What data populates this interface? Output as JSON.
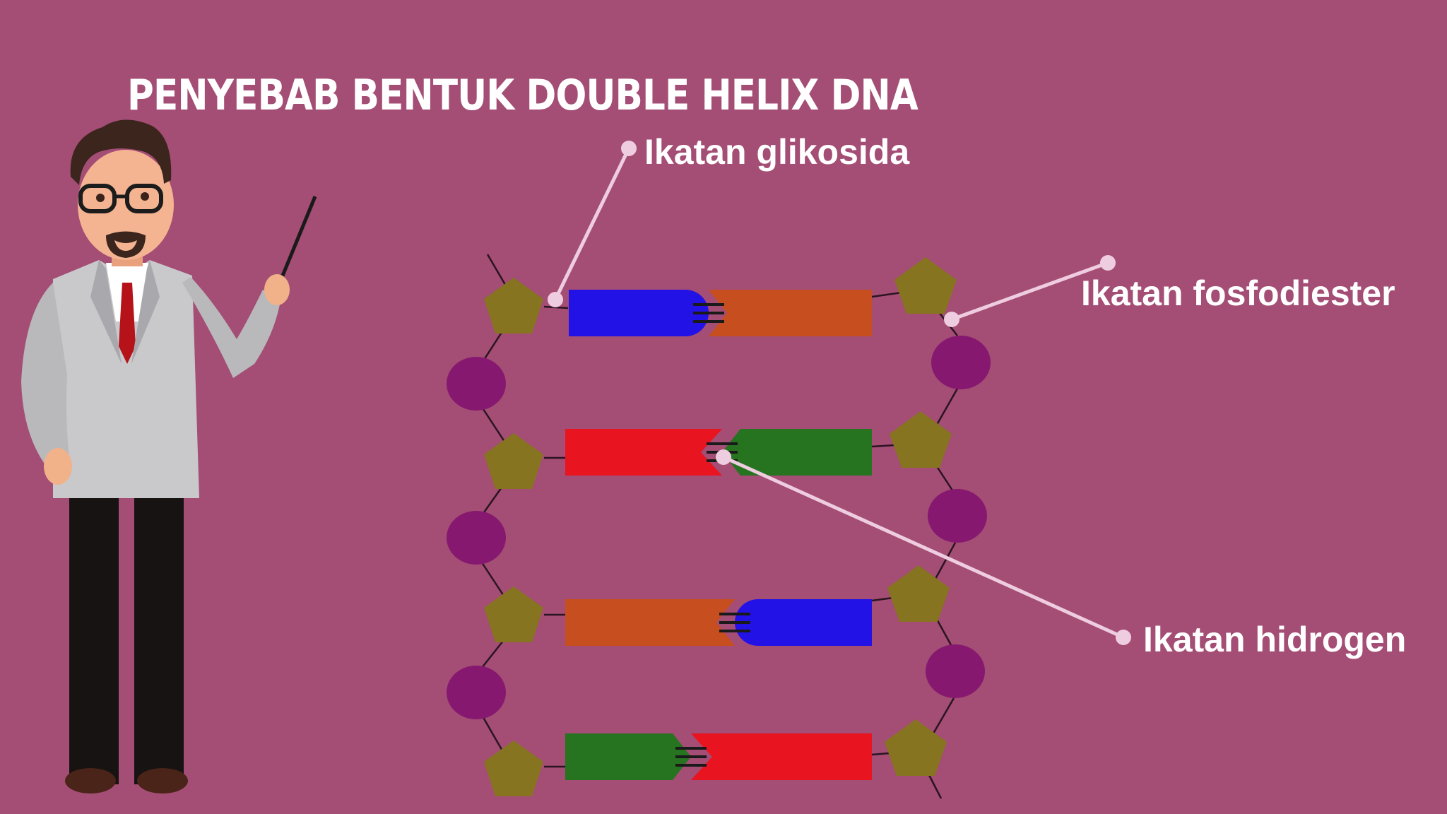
{
  "title": "PENYEBAB BENTUK DOUBLE HELIX DNA",
  "labels": {
    "glikosida": "Ikatan glikosida",
    "fosfodiester": "Ikatan fosfodiester",
    "hidrogen": "Ikatan hidrogen"
  },
  "colors": {
    "background": "#a44d75",
    "phosphate": "#86196f",
    "sugar": "#867420",
    "adenine": "#2212e6",
    "thymine": "#c74e1e",
    "guanine": "#e8141f",
    "cytosine": "#267320",
    "callout": "#efcde0"
  },
  "base_pairs": [
    {
      "left": "adenine",
      "right": "thymine"
    },
    {
      "left": "guanine",
      "right": "cytosine"
    },
    {
      "left": "thymine",
      "right": "adenine"
    },
    {
      "left": "cytosine",
      "right": "guanine"
    }
  ]
}
